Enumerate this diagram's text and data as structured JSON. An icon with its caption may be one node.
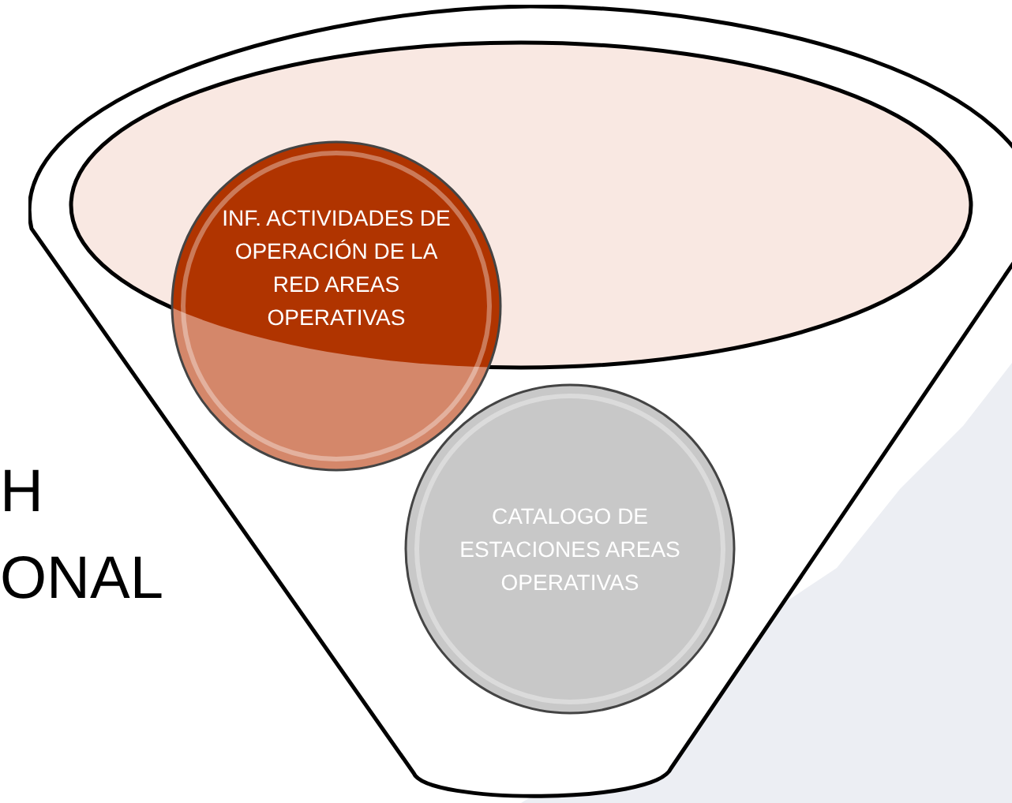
{
  "diagram": {
    "nodes": [
      {
        "text": [],
        "shape": "funnel"
      },
      {
        "text": [
          "INF. ACTIVIDADES DE OPERACIÓN DE LA RED AREAS OPERATIVAS"
        ],
        "in": 0
      },
      {
        "text": [
          "CATALOGO DE ESTACIONES AREAS OPERATIVAS"
        ],
        "in": 0
      }
    ],
    "labels": [
      "H",
      "ONAL"
    ]
  }
}
